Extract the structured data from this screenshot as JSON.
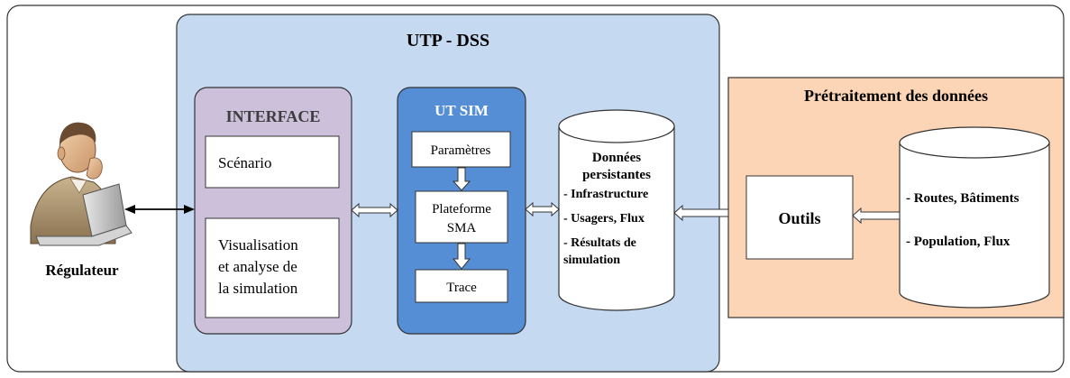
{
  "main_system": {
    "title": "UTP - DSS"
  },
  "actor": {
    "label": "Régulateur",
    "icon": "person-at-laptop-icon"
  },
  "interface": {
    "title": "INTERFACE",
    "scenario": "Scénario",
    "visualisation_lines": [
      "Visualisation",
      "et analyse de",
      "la simulation"
    ]
  },
  "utsim": {
    "title": "UT SIM",
    "params": "Paramètres",
    "platform_lines": [
      "Plateforme",
      "SMA"
    ],
    "trace": "Trace"
  },
  "persistent": {
    "title_lines": [
      "Données",
      "persistantes"
    ],
    "items": [
      "- Infrastructure",
      "- Usagers, Flux",
      "- Résultats de",
      "simulation"
    ]
  },
  "preprocessing": {
    "title": "Prétraitement des données",
    "tools": "Outils",
    "items": [
      "- Routes, Bâtiments",
      "- Population, Flux"
    ]
  },
  "colors": {
    "outer_border": "#333333",
    "dss_fill": "#c5d9f1",
    "interface_fill": "#ccc0da",
    "utsim_fill": "#558ed5",
    "pre_fill": "#fbd5b5",
    "box_border": "#333333"
  }
}
